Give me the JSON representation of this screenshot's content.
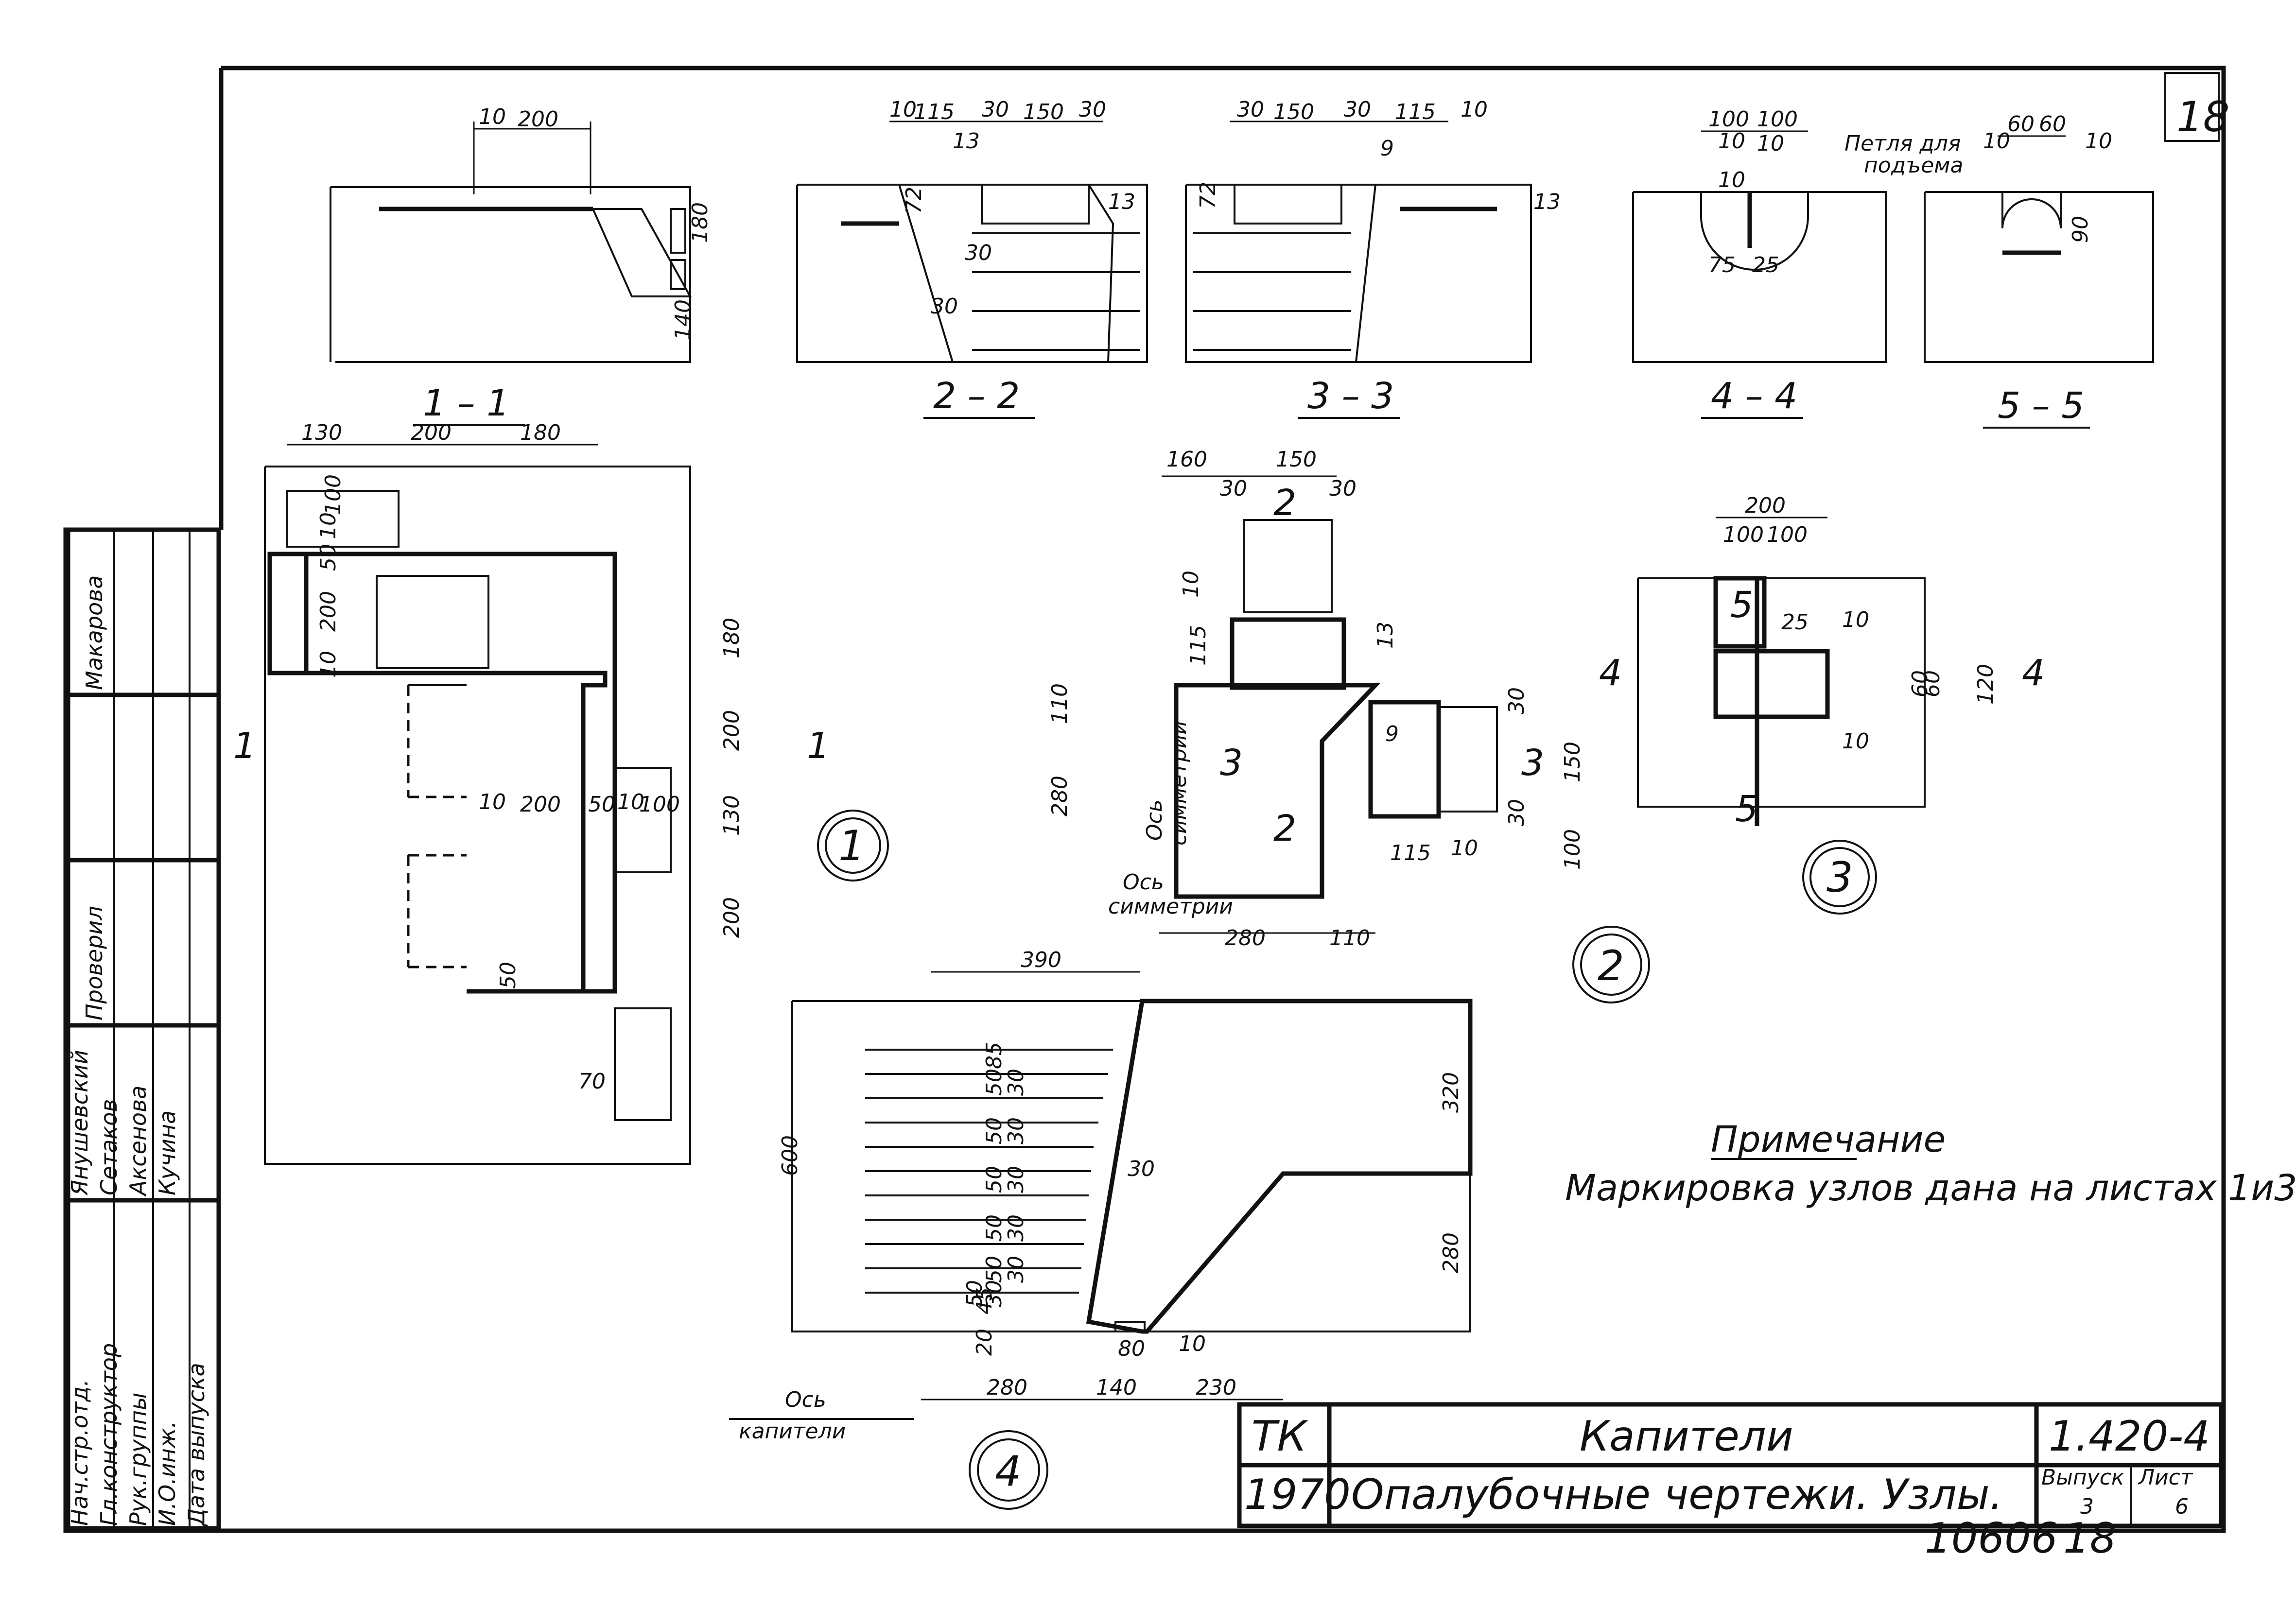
{
  "sheet": {
    "corner_number": "18",
    "bottom_numbers": {
      "archive": "10606",
      "page": "18"
    }
  },
  "title_block": {
    "org": "ТК",
    "year": "1970",
    "title_main": "Капители",
    "title_sub": "Опалубочные чертежи. Узлы.",
    "code": "1.420-4",
    "issue_label": "Выпуск",
    "issue_value": "3",
    "sheet_label": "Лист",
    "sheet_value": "6"
  },
  "side_stamp": {
    "roles": [
      "Нач.стр.отд.",
      "Гл.конструктор",
      "Рук.группы",
      "И.О.инж."
    ],
    "names": [
      "Янушевский",
      "Сетаков",
      "Аксенова",
      "Кучина"
    ],
    "checked_label": "Проверил",
    "checker": "Макарова",
    "date_label": "Дата выпуска"
  },
  "note": {
    "heading": "Примечание",
    "text": "Маркировка узлов дана на листах 1и3"
  },
  "sections": {
    "s11": "1 – 1",
    "s22": "2 – 2",
    "s33": "3 – 3",
    "s44": "4 – 4",
    "s55": "5 – 5"
  },
  "nodes": {
    "n1": "1",
    "n2": "2",
    "n3": "3",
    "n4": "4"
  },
  "labels": {
    "axis_symmetry": "Ось",
    "symmetry": "симметрии",
    "axis_capital": "Ось",
    "capital": "капители",
    "lifting_loop": "Петля для",
    "lifting_loop2": "подъема",
    "cut1": "1",
    "cut2": "2",
    "cut3": "3",
    "cut4": "4",
    "cut5": "5"
  },
  "dims": {
    "s11": [
      "10",
      "200",
      "180",
      "140"
    ],
    "s22": [
      "10",
      "115",
      "30",
      "150",
      "30",
      "13",
      "72",
      "13",
      "30",
      "30"
    ],
    "s33": [
      "30",
      "150",
      "30",
      "115",
      "10",
      "9",
      "72",
      "13"
    ],
    "s44": [
      "100",
      "100",
      "10",
      "10",
      "10",
      "75",
      "25"
    ],
    "s55": [
      "60",
      "60",
      "10",
      "10",
      "90"
    ],
    "plan1": [
      "130",
      "200",
      "180",
      "10",
      "100",
      "50",
      "200",
      "10",
      "180",
      "200",
      "130",
      "200",
      "10",
      "200",
      "50",
      "10",
      "100",
      "50",
      "70"
    ],
    "node2": [
      "160",
      "150",
      "30",
      "30",
      "10",
      "115",
      "13",
      "110",
      "30",
      "9",
      "150",
      "280",
      "30",
      "100",
      "115",
      "10",
      "280",
      "110"
    ],
    "node3": [
      "200",
      "100",
      "100",
      "25",
      "10",
      "60",
      "60",
      "120",
      "10"
    ],
    "node4": [
      "390",
      "85",
      "50",
      "30",
      "50",
      "30",
      "50",
      "30",
      "50",
      "30",
      "50",
      "30",
      "50",
      "30",
      "45",
      "20",
      "30",
      "600",
      "320",
      "280",
      "80",
      "10",
      "280",
      "140",
      "230"
    ]
  }
}
